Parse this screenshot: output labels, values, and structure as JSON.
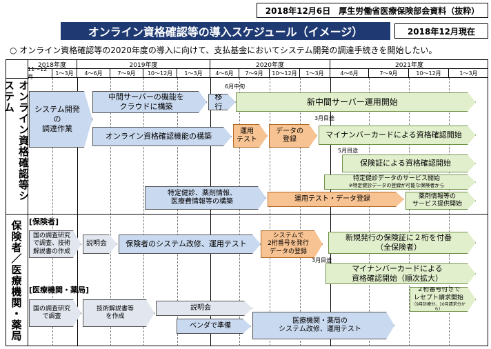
{
  "header": {
    "source": "2018年12月6日　厚生労働省医療保険部会資料（抜粋）",
    "title": "オンライン資格確認等の導入スケジュール（イメージ）",
    "date": "2018年12月現在"
  },
  "intro": "○ オンライン資格確認等の2020年度の導入に向けて、支払基金においてシステム開発の調達手続きを開始したい。",
  "years": [
    "2018年度",
    "2019年度",
    "2020年度",
    "2021年度"
  ],
  "quarters": [
    "11～12月",
    "1～3月",
    "4～6月",
    "7～9月",
    "10～12月",
    "1～3月",
    "4～6月",
    "7～9月",
    "10～12月",
    "1～3月",
    "4～6月",
    "7～9月",
    "10～12月",
    "1～3月"
  ],
  "sections": {
    "system": "オンライン資格確認等システム",
    "insurer": "保険者／医療機関・薬局"
  },
  "system_boxes": {
    "dev": "システム開発の\n調達作業",
    "mid_server": "中間サーバーの機能を\nクラウドに構築",
    "migrate": "移行",
    "mid_start": "新中間サーバー運用開始",
    "online": "オンライン資格確認機能の構築",
    "op_test": "運用\nテスト",
    "data_reg": "データの\n登録",
    "mynumber": "マイナンバーカードによる資格確認開始",
    "hoken": "保険証による資格確認開始",
    "tokutei": "特定健診、薬剤情報、\n医療費情報等の構築",
    "op_test_data": "運用テスト・データ登録",
    "tokutei_service": "特定健診データのサービス開始",
    "tokutei_note": "※特定健診データの登録が可能な保険者から",
    "yakuzai_service": "薬剤情報等の\nサービス提供開始"
  },
  "notes": {
    "june": "6月中旬",
    "march1": "3月目途",
    "may": "5月目途",
    "march2": "3月目途"
  },
  "insurer": {
    "label": "[保険者]",
    "research": "国の調査研究\nで調査、技術\n解説書の作成",
    "briefing": "説明会",
    "renovation": "保険者のシステム改修、運用テスト",
    "two_digit": "システムで\n2桁番号を発行\nデータの登録",
    "new_cards": "新規発行の保険証に２桁を付番\n（全保険者）",
    "mynumber_expand": "マイナンバーカードによる\n資格確認開始（順次拡大）"
  },
  "clinic": {
    "label": "[医療機関・薬局]",
    "research": "国の調査研究\nで調査",
    "manual": "技術解説書等\nを作成",
    "briefing": "説明会",
    "vendor": "ベンダで準備",
    "renovation": "医療機関・薬局の\nシステム改修、運用テスト",
    "receipt": "２桁番号付きで\nレセプト請求開始",
    "receipt_note": "（9月診療分、10月請求分から）"
  }
}
